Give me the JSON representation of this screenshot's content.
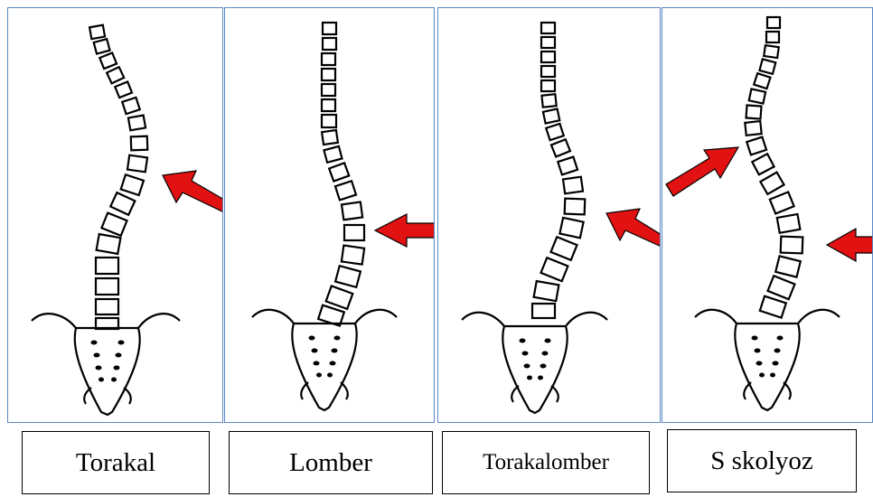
{
  "panels": [
    {
      "label": "Torakal"
    },
    {
      "label": "Lomber"
    },
    {
      "label": "Torakalomber"
    },
    {
      "label": "S skolyoz"
    }
  ],
  "colors": {
    "arrow": "#e21212",
    "panel_border": "#5b87c4",
    "line": "#000000"
  },
  "icons": [
    "spine-vertebra-icon",
    "sacrum-icon",
    "red-arrow-icon"
  ]
}
